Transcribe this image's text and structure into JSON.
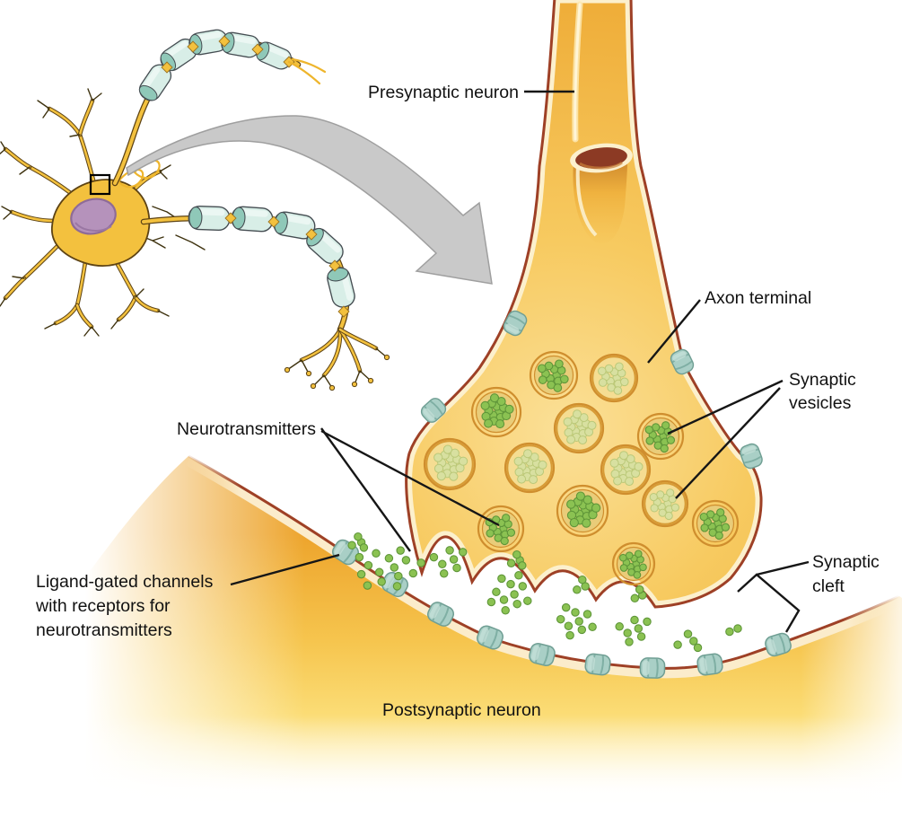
{
  "figure": {
    "title": "Chemical synapse between a presynaptic neuron axon terminal and a postsynaptic neuron",
    "background_color": "#ffffff"
  },
  "labels": {
    "presynaptic_neuron": "Presynaptic neuron",
    "axon_terminal": "Axon terminal",
    "synaptic_vesicles": [
      "Synaptic",
      "vesicles"
    ],
    "neurotransmitters": "Neurotransmitters",
    "ligand_gated_channels": [
      "Ligand-gated channels",
      "with receptors for",
      "neurotransmitters"
    ],
    "synaptic_cleft": [
      "Synaptic",
      "cleft"
    ],
    "postsynaptic_neuron": "Postsynaptic neuron"
  },
  "colors": {
    "membrane_red": "#9e4026",
    "membrane_cream": "#fbeccb",
    "terminal_gold": "#f0b03c",
    "terminal_light": "#fbe098",
    "postsynaptic_deep_gold": "#eea62e",
    "postsynaptic_pale_gold": "#fbdc75",
    "soma_yellow": "#f3c13e",
    "dendrite_outline": "#5d4314",
    "nucleus_purple": "#b592bb",
    "myelin_mint": "#d8eee7",
    "myelin_cap_teal": "#8fc8b8",
    "channel_teal": "#a9cfc6",
    "neurotransmitter_green": "#8bc252",
    "vesicle_rim_orange": "#cf8e2e",
    "pale_dot": "#d8e0a0",
    "arrow_gray": "#c9c9c9",
    "label_text": "#111111"
  }
}
